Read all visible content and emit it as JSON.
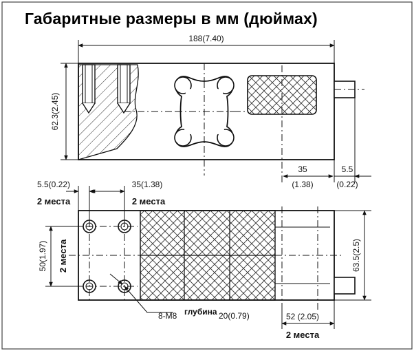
{
  "title": "Габаритные размеры в мм (дюймах)",
  "dims": {
    "overall_length": "188(7.40)",
    "height": "62.3(2.45)",
    "cable_offset_mm": "35",
    "cable_offset_in": "(1.38)",
    "cable_len_mm": "5.5",
    "cable_len_in": "(0.22)",
    "edge_hole": "5.5(0.22)",
    "edge_hole_note": "2 места",
    "hole_pitch": "35(1.38)",
    "hole_pitch_note": "2 места",
    "width_hole_pitch": "50(1.97)",
    "width_hole_note": "2 места",
    "width": "63.5(2.5)",
    "thread": "8-M8",
    "depth_label": "глубина",
    "depth_value": "20(0.79)",
    "end_distance": "52 (2.05)",
    "end_note": "2 места"
  }
}
